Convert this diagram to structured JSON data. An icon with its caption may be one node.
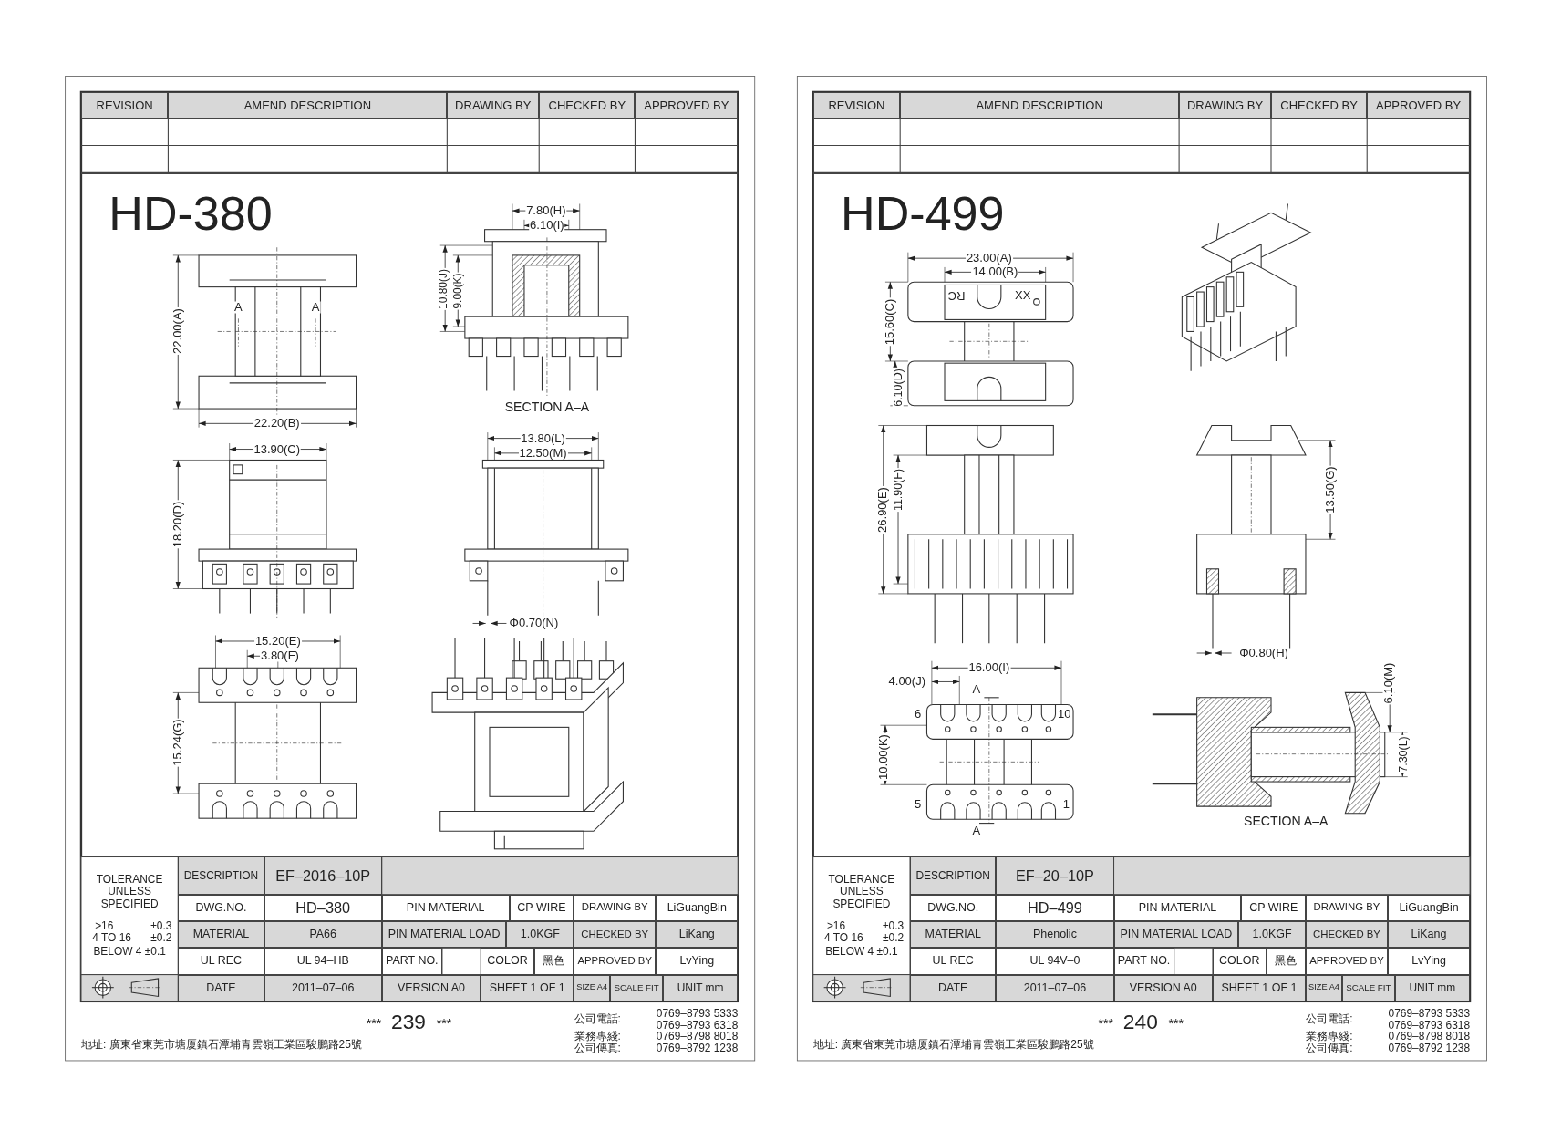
{
  "diagram": {
    "labels": [
      "REVISION",
      "AMEND DESCRIPTION",
      "DRAWING BY",
      "CHECKED BY",
      "APPROVED BY",
      "HD-380",
      "7.80(H)",
      "6.10(I)",
      "10.80(J)",
      "9.00(K)",
      "22.00(A)",
      "A",
      "A",
      "SECTION A–A",
      "22.20(B)",
      "13.90(C)",
      "13.80(L)",
      "12.50(M)",
      "18.20(D)",
      "Φ0.70(N)",
      "15.20(E)",
      "3.80(F)",
      "15.24(G)",
      "TOLERANCE UNLESS SPECIFIED",
      ">16",
      "±0.3",
      "4 TO 16",
      "±0.2",
      "BELOW 4 ±0.1",
      "DESCRIPTION",
      "EF–2016–10P",
      "DWG.NO.",
      "HD–380",
      "PIN MATERIAL",
      "CP WIRE",
      "DRAWING BY",
      "LiGuangBin",
      "MATERIAL",
      "PA66",
      "PIN MATERIAL LOAD",
      "1.0KGF",
      "CHECKED BY",
      "LiKang",
      "UL REC",
      "UL 94–HB",
      "PART NO.",
      "COLOR",
      "黑色",
      "APPROVED BY",
      "LvYing",
      "DATE",
      "2011–07–06",
      "VERSION A0",
      "SHEET 1 OF 1",
      "SIZE A4",
      "SCALE FIT",
      "UNIT mm",
      "***",
      "239",
      "***",
      "公司電話:",
      "0769–8793 5333",
      "0769–8793 6318",
      "業務專綫:",
      "0769–8798 8018",
      "公司傳真:",
      "0769–8792 1238",
      "地址: 廣東省東莞市塘厦鎮石潭埔青雲嶺工業區駿鵬路25號",
      "REVISION",
      "AMEND DESCRIPTION",
      "DRAWING BY",
      "CHECKED BY",
      "APPROVED BY",
      "HD-499",
      "23.00(A)",
      "14.00(B)",
      "RC",
      "XX",
      "15.60(C)",
      "6.10(D)",
      "26.90(E)",
      "11.90(F)",
      "13.50(G)",
      "Φ0.80(H)",
      "16.00(I)",
      "4.00(J)",
      "A",
      "6",
      "10",
      "10.00(K)",
      "5",
      "1",
      "A",
      "6.10(M)",
      "7.30(L)",
      "SECTION A–A",
      "TOLERANCE UNLESS SPECIFIED",
      ">16",
      "±0.3",
      "4 TO 16",
      "±0.2",
      "BELOW 4 ±0.1",
      "DESCRIPTION",
      "EF–20–10P",
      "DWG.NO.",
      "HD–499",
      "PIN MATERIAL",
      "CP WIRE",
      "DRAWING BY",
      "LiGuangBin",
      "MATERIAL",
      "Phenolic",
      "PIN MATERIAL LOAD",
      "1.0KGF",
      "CHECKED BY",
      "LiKang",
      "UL REC",
      "UL 94V–0",
      "PART NO.",
      "COLOR",
      "黑色",
      "APPROVED BY",
      "LvYing",
      "DATE",
      "2011–07–06",
      "VERSION A0",
      "SHEET 1 OF 1",
      "SIZE A4",
      "SCALE FIT",
      "UNIT mm",
      "***",
      "240",
      "***",
      "公司電話:",
      "0769–8793 5333",
      "0769–8793 6318",
      "業務專綫:",
      "0769–8798 8018",
      "公司傳真:",
      "0769–8792 1238",
      "地址: 廣東省東莞市塘厦鎮石潭埔青雲嶺工業區駿鵬路25號"
    ]
  }
}
